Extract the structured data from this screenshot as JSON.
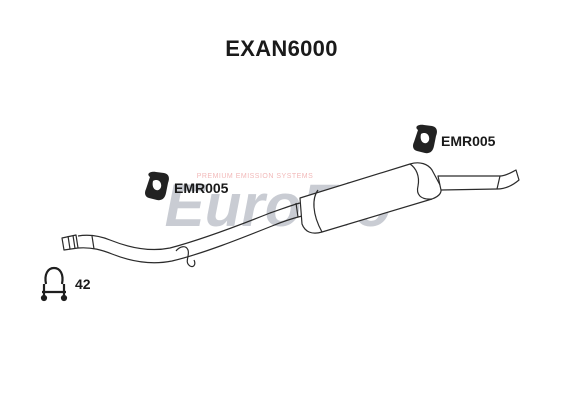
{
  "part_number": "EXAN6000",
  "watermark": {
    "brand": "EuroFlo",
    "tagline": "PREMIUM EMISSION SYSTEMS"
  },
  "parts": [
    {
      "code": "EMR005",
      "type": "rubber-mount"
    },
    {
      "code": "EMR005",
      "type": "rubber-mount"
    },
    {
      "code": "42",
      "type": "clamp"
    }
  ],
  "colors": {
    "outline": "#2b2b2b",
    "watermark": "#c9ccd3",
    "watermark_accent": "#f2b9b9"
  }
}
